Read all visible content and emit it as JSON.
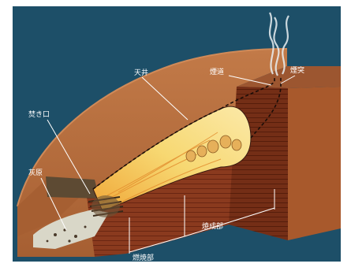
{
  "diagram": {
    "labels": {
      "ceiling": "天井",
      "flue": "煙道",
      "chimney": "煙突",
      "firing_port": "焚き口",
      "ash_pit": "灰原",
      "firing_section": "燃焼部",
      "burning_section_v": "焼成部"
    },
    "colors": {
      "background": "#1d4f68",
      "dome": "#b4693a",
      "dome_dark": "#8e4e27",
      "brick": "#8a3a1e",
      "brick_dark": "#6c2a14",
      "fire": "#f5d06a",
      "ash": "#d9d7c8",
      "smoke": "#e9eff2"
    }
  }
}
